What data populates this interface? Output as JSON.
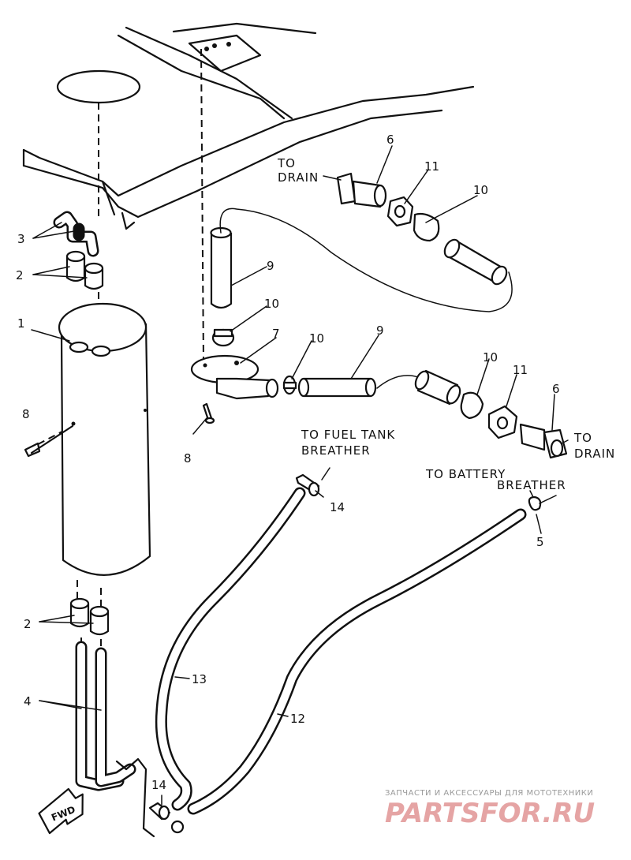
{
  "labels": {
    "n1": "1",
    "n2a": "2",
    "n2b": "2",
    "n3": "3",
    "n4": "4",
    "n5": "5",
    "n6a": "6",
    "n6b": "6",
    "n7": "7",
    "n8a": "8",
    "n8b": "8",
    "n9a": "9",
    "n9b": "9",
    "n10a": "10",
    "n10b": "10",
    "n10c": "10",
    "n10d": "10",
    "n11a": "11",
    "n11b": "11",
    "n12": "12",
    "n13": "13",
    "n14a": "14",
    "n14b": "14"
  },
  "callouts": {
    "to_drain_top_1": "TO",
    "to_drain_top_2": "DRAIN",
    "to_drain_right_1": "TO",
    "to_drain_right_2": "DRAIN",
    "fuel_tank_1": "TO FUEL TANK",
    "fuel_tank_2": "BREATHER",
    "battery_1": "TO BATTERY",
    "battery_2": "BREATHER"
  },
  "fwd_marker": "FWD",
  "watermark": {
    "line1": "ЗАПЧАСТИ И АКСЕССУАРЫ ДЛЯ МОТОТЕХНИКИ",
    "line2": "PARTSFOR.RU"
  }
}
